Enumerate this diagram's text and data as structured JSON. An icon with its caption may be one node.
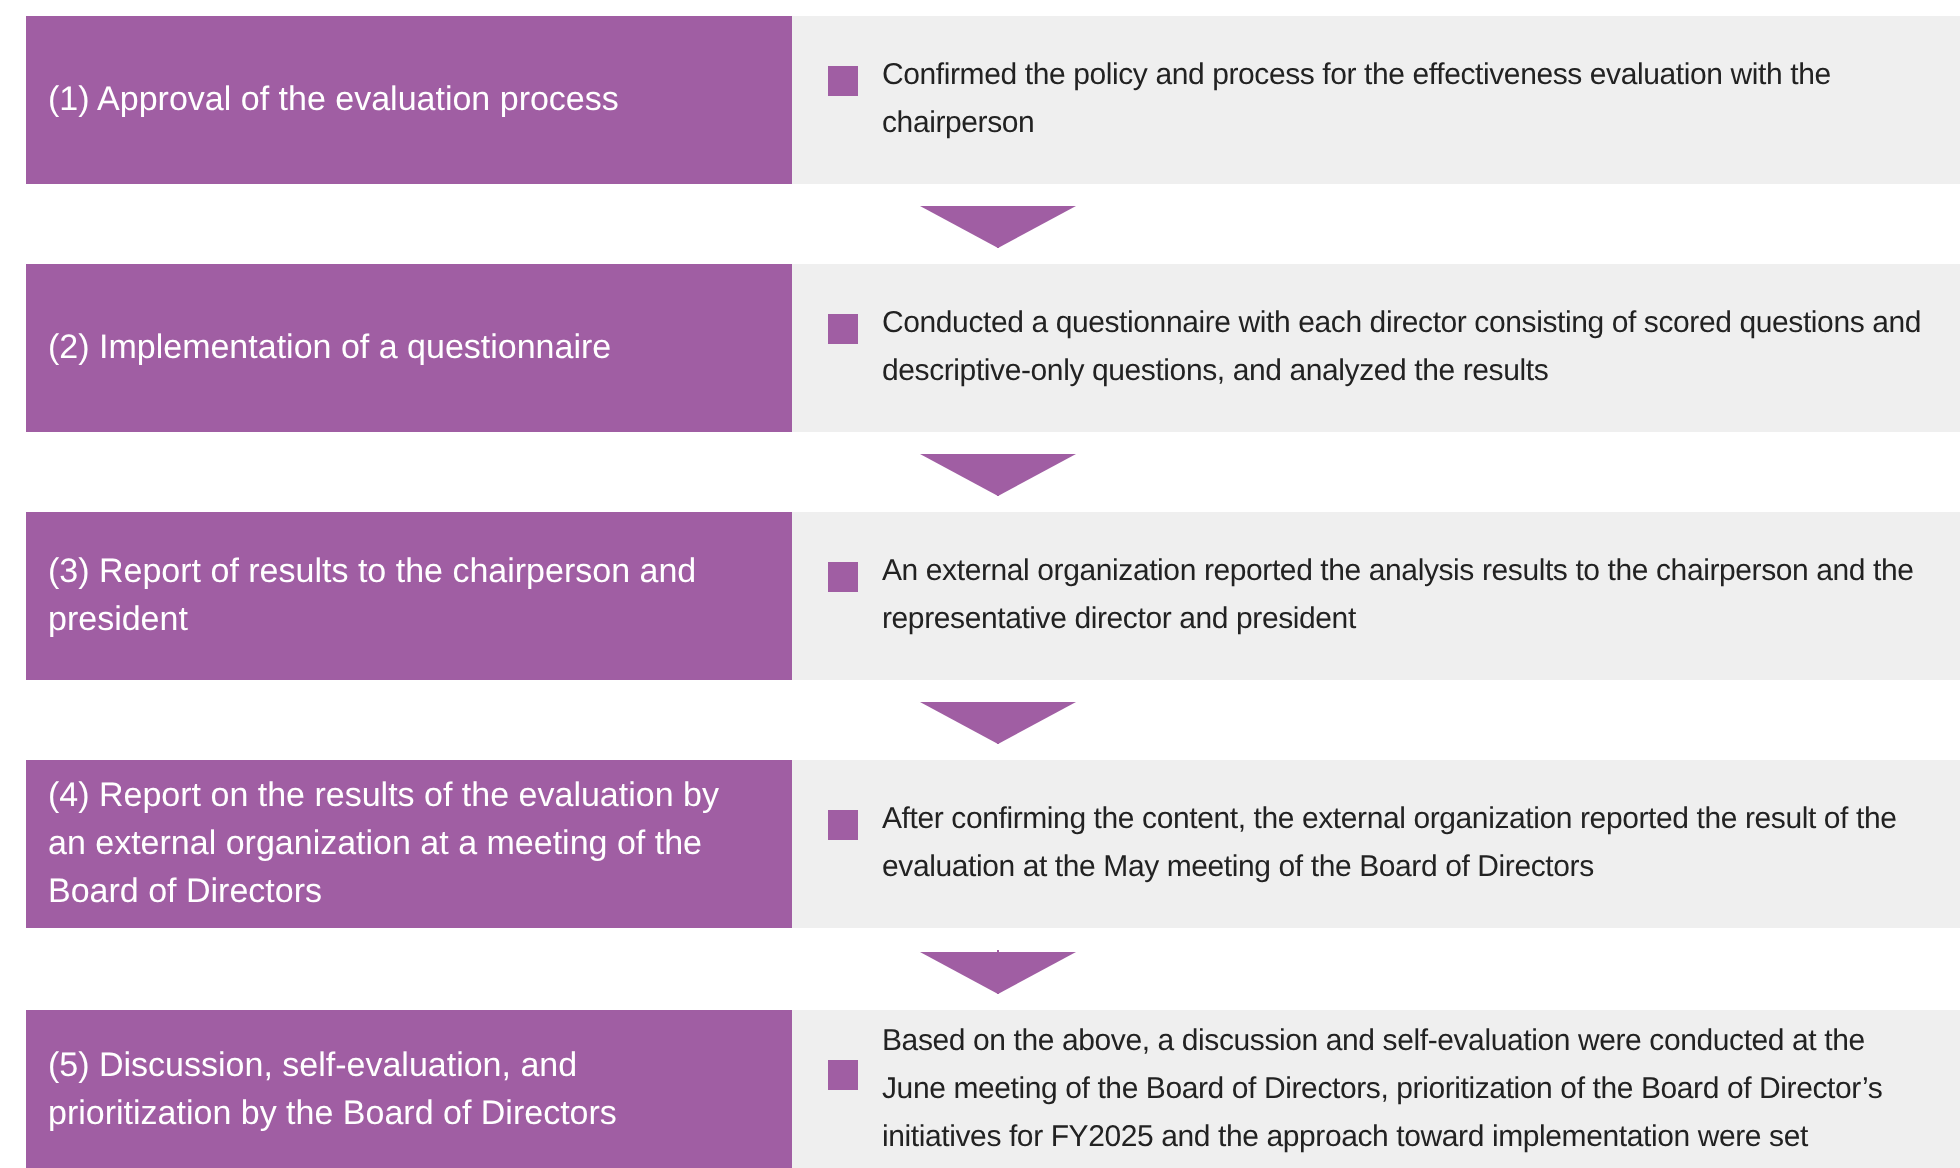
{
  "diagram": {
    "nodes": [
      {
        "text": [
          "(1) Approval of the evaluation process"
        ]
      },
      {
        "text": [
          "Confirmed the policy and process for the effectiveness evaluation with the chairperson"
        ]
      },
      {
        "text": [
          "(2) Implementation of a questionnaire"
        ]
      },
      {
        "text": [
          "Conducted a questionnaire with each director consisting of scored questions and descriptive-only questions, and analyzed the results"
        ]
      },
      {
        "text": [
          "(3) Report of results to the chairperson and president"
        ]
      },
      {
        "text": [
          "An external organization reported the analysis results to the chairperson and the representative director and president"
        ]
      },
      {
        "text": [
          "(4) Report on the results of the evaluation by an external organization at a meeting of the Board of Directors"
        ]
      },
      {
        "text": [
          "After confirming the content, the external organization reported the result of the evaluation at the May meeting of the Board of Directors"
        ]
      },
      {
        "text": [
          "(5) Discussion, self-evaluation, and prioritization by the Board of Directors"
        ]
      },
      {
        "text": [
          "Based on the above, a discussion and self-evaluation were conducted at the June meeting of the Board of Directors, prioritization of the Board of Director’s initiatives for FY2025 and the approach toward implementation were set"
        ]
      }
    ],
    "edges": [
      {
        "from": 1,
        "to": 3,
        "arrow": "to"
      },
      {
        "from": 3,
        "to": 5,
        "arrow": "to"
      },
      {
        "from": 5,
        "to": 7,
        "arrow": "to"
      },
      {
        "from": 7,
        "to": 9,
        "arrow": "to"
      }
    ]
  }
}
